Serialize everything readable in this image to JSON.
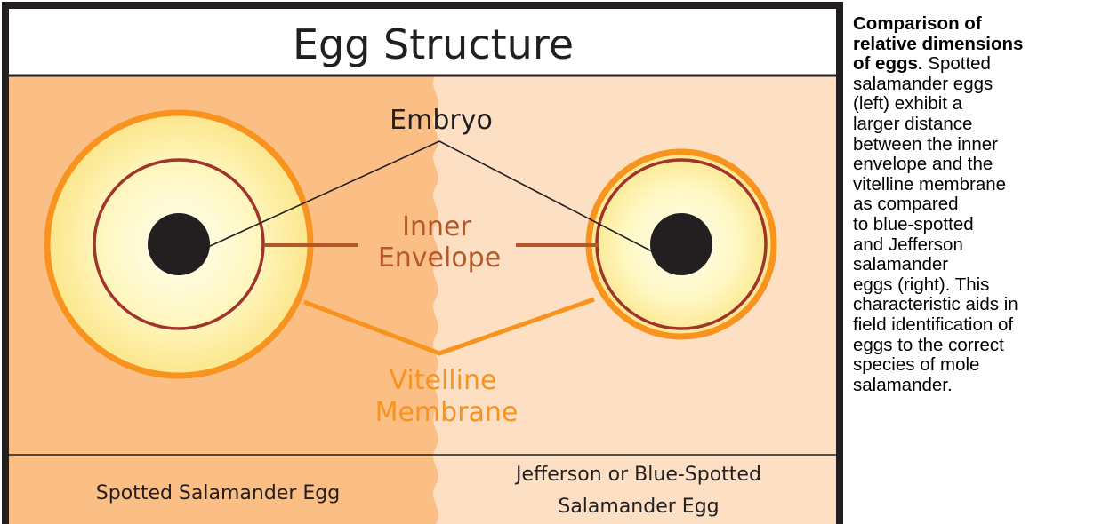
{
  "title": "Egg Structure",
  "labels": {
    "embryo": "Embryo",
    "inner_envelope_line1": "Inner",
    "inner_envelope_line2": "Envelope",
    "vitelline_line1": "Vitelline",
    "vitelline_line2": "Membrane"
  },
  "eggs": {
    "left_name": "Spotted Salamander Egg",
    "right_name_line1": "Jefferson or Blue-Spotted",
    "right_name_line2": "Salamander Egg"
  },
  "caption": {
    "bold": "Comparison of\nrelative dimensions\nof eggs.",
    "text": " Spotted\nsalamander eggs\n(left) exhibit a\nlarger distance\nbetween the inner\nenvelope and the\nvitelline membrane\nas compared\nto blue-spotted\nand Jefferson\nsalamander\neggs (right). This\ncharacteristic aids in\nfield identification of\neggs to the correct\nspecies of mole\nsalamander."
  },
  "colors": {
    "left_panel": "#fbbf86",
    "right_panel": "#fde0c4",
    "vitelline": "#f7931e",
    "inner_envelope": "#a0332b",
    "inner_label": "#b4582a",
    "embryo": "#231f20",
    "egg_center": "#fffde6",
    "egg_edge": "#fbe58a"
  }
}
